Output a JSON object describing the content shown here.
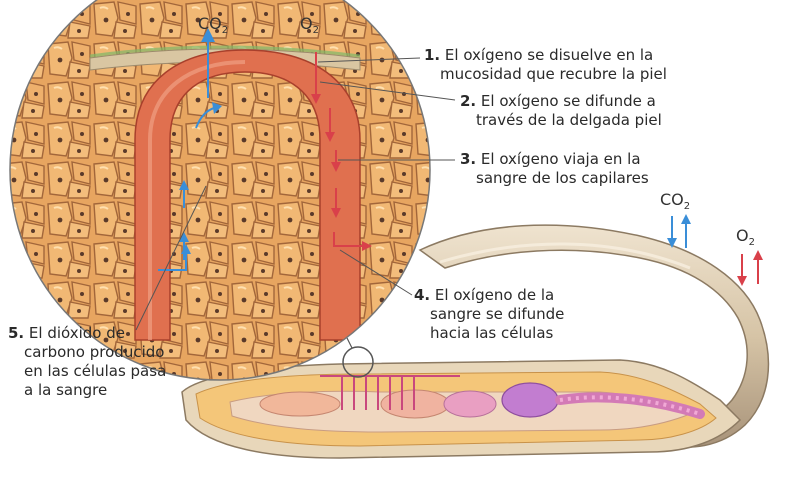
{
  "gases": {
    "co2": {
      "main": "CO",
      "sub": "2"
    },
    "o2": {
      "main": "O",
      "sub": "2"
    }
  },
  "steps": [
    {
      "number": "1.",
      "line1": "El oxígeno se disuelve en la",
      "line2": "mucosidad que recubre la piel"
    },
    {
      "number": "2.",
      "line1": "El oxígeno se difunde a",
      "line2": "través de la delgada piel"
    },
    {
      "number": "3.",
      "line1": "El oxígeno viaja en la",
      "line2": "sangre de los capilares"
    },
    {
      "number": "4.",
      "line1": "El oxígeno de la",
      "line2": "sangre se difunde",
      "line3": "hacia las células"
    },
    {
      "number": "5.",
      "line1": "El dióxido de",
      "line2": "carbono producido",
      "line3": "en las células pasa",
      "line4": "a la sangre"
    }
  ],
  "colors": {
    "o2_arrow": "#d9404a",
    "co2_arrow": "#3a8ed8",
    "cells": "#e9a35c",
    "capillary": "#d9654a",
    "worm_skin": "#d8c9b0"
  }
}
